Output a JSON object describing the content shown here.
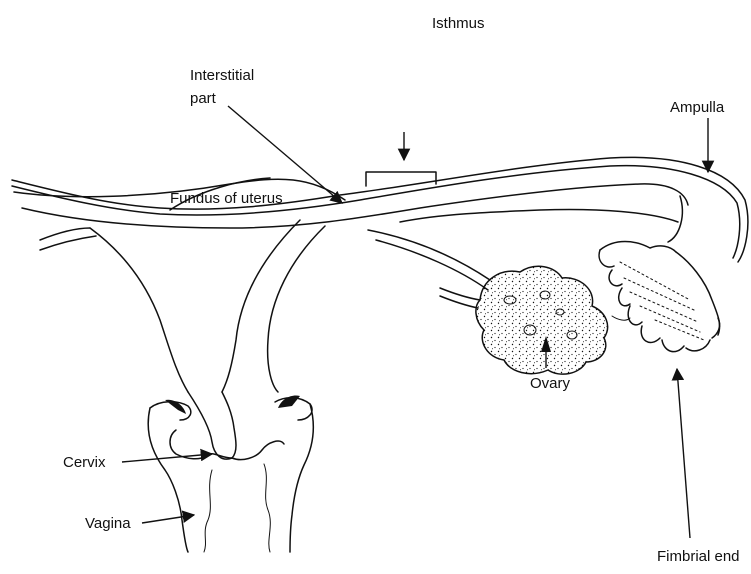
{
  "labels": {
    "isthmus": "Isthmus",
    "interstitial_line1": "Interstitial",
    "interstitial_line2": "part",
    "ampulla": "Ampulla",
    "fundus": "Fundus of uterus",
    "ovary": "Ovary",
    "cervix": "Cervix",
    "vagina": "Vagina",
    "fimbrial": "Fimbrial end"
  },
  "colors": {
    "ink": "#111111",
    "background": "#ffffff"
  }
}
